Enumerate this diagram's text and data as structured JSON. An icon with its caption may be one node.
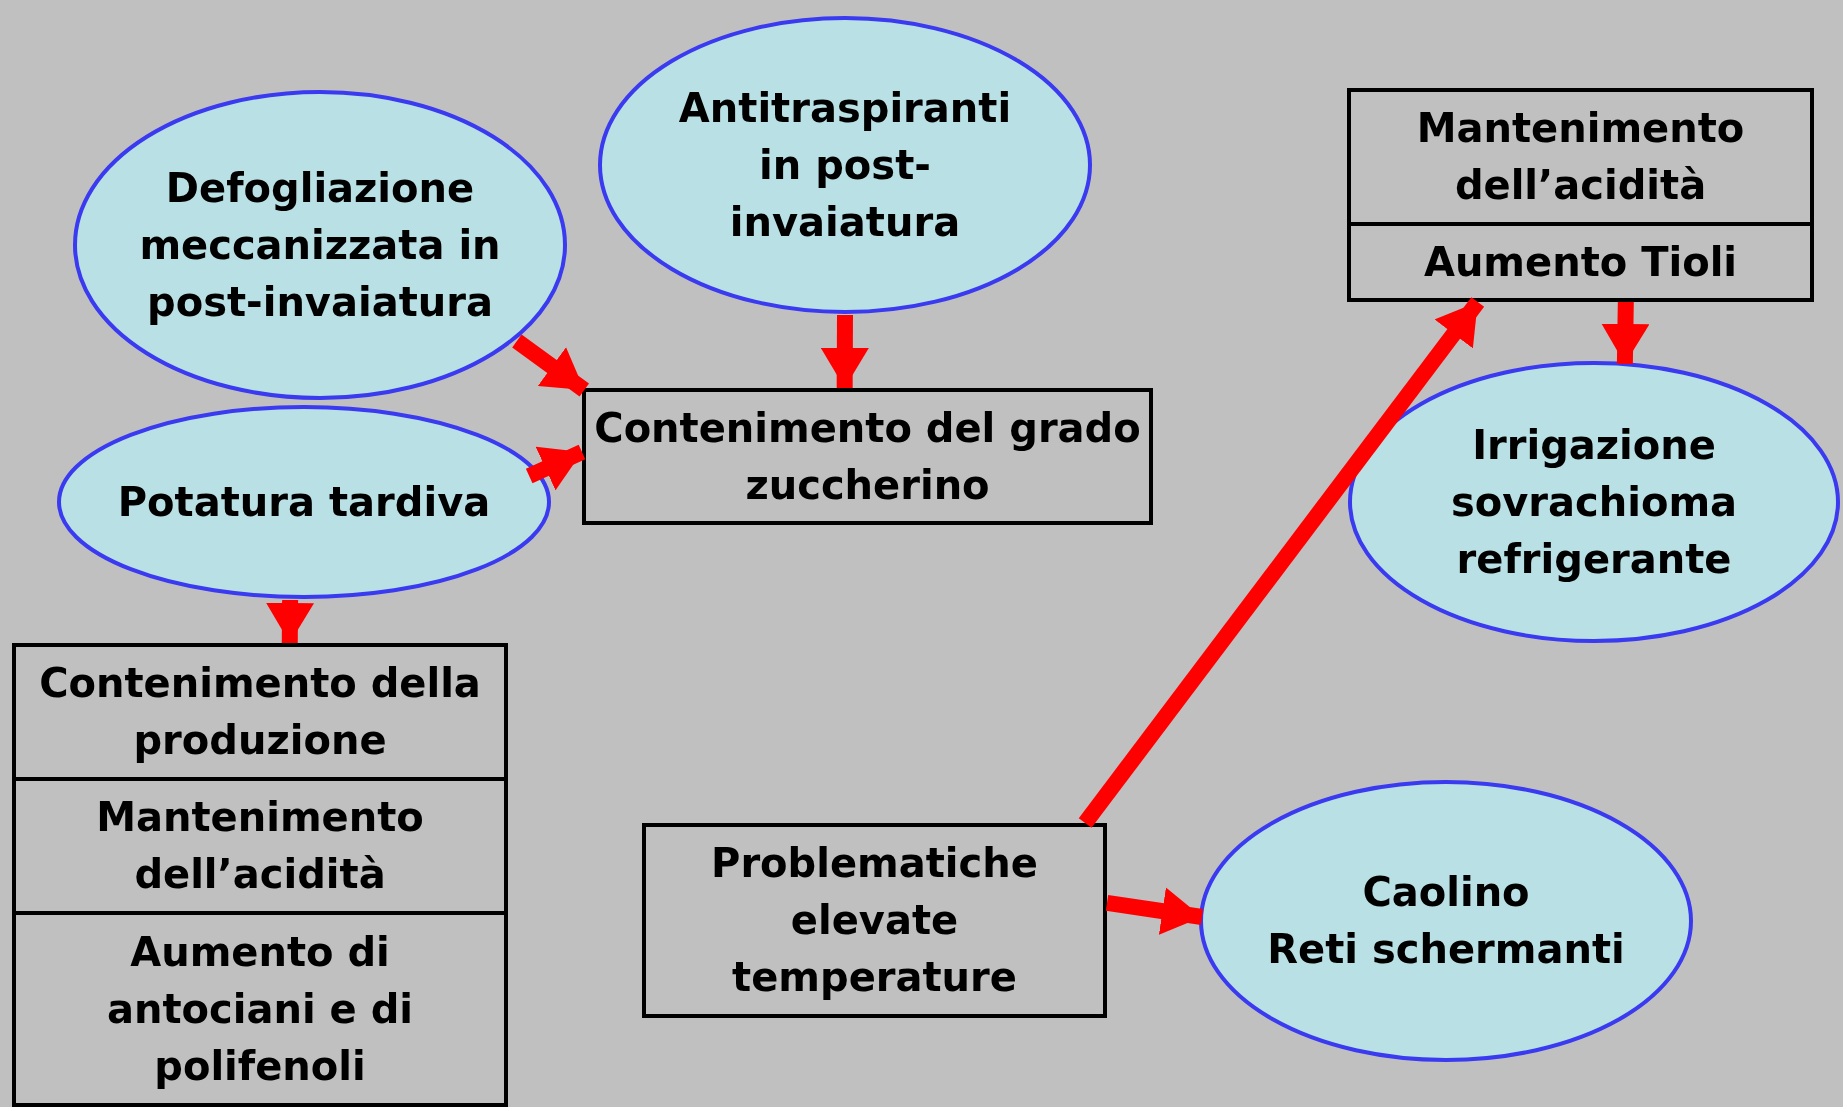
{
  "diagram": {
    "nodes": [
      {
        "text": [
          "Defogliazione meccanizzata in post-invaiatura"
        ]
      },
      {
        "text": [
          "Antitraspiranti in post-invaiatura"
        ]
      },
      {
        "text": [
          "Contenimento del grado zuccherino"
        ]
      },
      {
        "text": [
          "Potatura tardiva"
        ]
      },
      {
        "text": [
          "Contenimento della produzione"
        ]
      },
      {
        "text": [
          "Mantenimento dell’acidità"
        ]
      },
      {
        "text": [
          "Aumento di antociani e di polifenoli"
        ]
      },
      {
        "text": [
          "Mantenimento dell’acidità"
        ]
      },
      {
        "text": [
          "Aumento Tioli"
        ]
      },
      {
        "text": [
          "Irrigazione sovrachioma refrigerante"
        ]
      },
      {
        "text": [
          "Problematiche elevate temperature"
        ]
      },
      {
        "text": [
          "Caolino",
          "Reti schermanti"
        ]
      }
    ],
    "edges": [
      {
        "from": 0,
        "to": 2,
        "arrow": "to"
      },
      {
        "from": 1,
        "to": 2,
        "arrow": "to"
      },
      {
        "from": 3,
        "to": 2,
        "arrow": "to"
      },
      {
        "from": 3,
        "to": 4,
        "arrow": "to"
      },
      {
        "from": 10,
        "to": 8,
        "arrow": "to"
      },
      {
        "from": 8,
        "to": 9,
        "arrow": "to"
      },
      {
        "from": 10,
        "to": 11,
        "arrow": "to"
      }
    ]
  }
}
